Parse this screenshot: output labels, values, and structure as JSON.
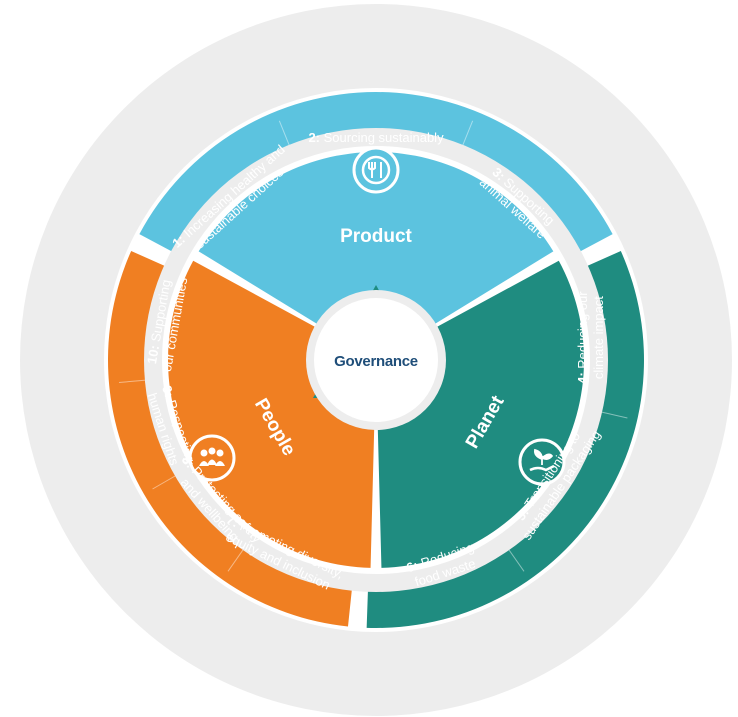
{
  "colors": {
    "product": "#5cc3df",
    "planet": "#1f8c80",
    "people": "#f07f22",
    "ring_bg": "#ededed",
    "governance_text": "#1f4e79"
  },
  "core": {
    "product": "Product",
    "planet": "Planet",
    "people": "People",
    "governance": "Governance"
  },
  "icons": {
    "product": "plate-fork-knife-icon",
    "planet": "hand-plant-icon",
    "people": "group-people-icon"
  },
  "segments": [
    {
      "num": "1:",
      "line1": "Increasing healthy and",
      "line2": "sustainable choices"
    },
    {
      "num": "2:",
      "line1": "Sourcing sustainably",
      "line2": ""
    },
    {
      "num": "3:",
      "line1": "Supporting",
      "line2": "animal welfare"
    },
    {
      "num": "4:",
      "line1": "Reducing our",
      "line2": "climate impact"
    },
    {
      "num": "5:",
      "line1": "Transitioning to",
      "line2": "sustainable packaging"
    },
    {
      "num": "6:",
      "line1": "Reducing",
      "line2": "food waste"
    },
    {
      "num": "7:",
      "line1": "Promoting diversity,",
      "line2": "equity and inclusion"
    },
    {
      "num": "8:",
      "line1": "Protecting safety",
      "line2": "and wellbeing"
    },
    {
      "num": "9:",
      "line1": "Respecting",
      "line2": "human rights"
    },
    {
      "num": "10:",
      "line1": "Supporting",
      "line2": "our communities"
    }
  ]
}
